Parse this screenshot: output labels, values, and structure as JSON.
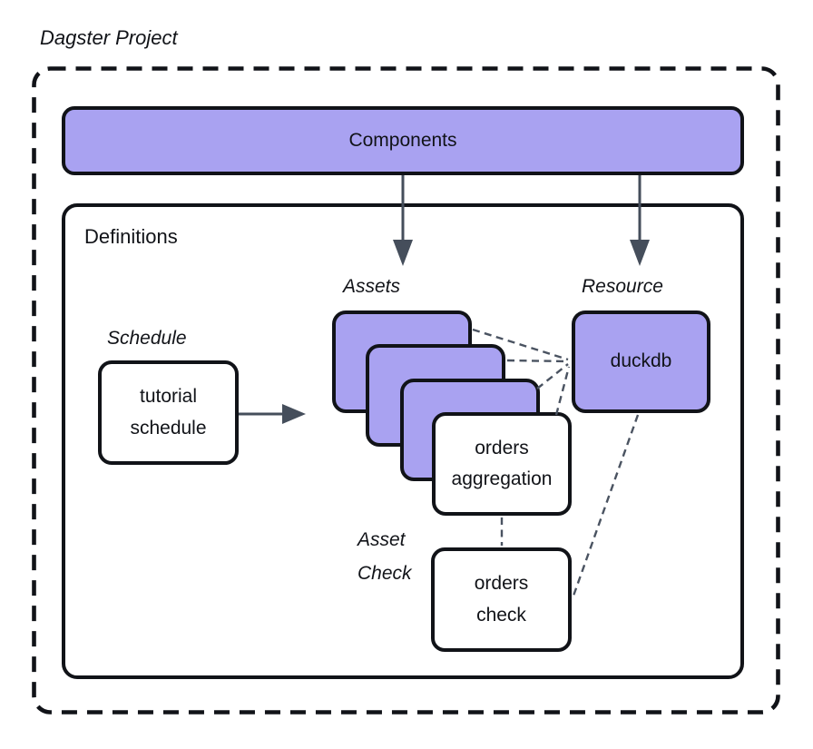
{
  "title": "Dagster Project",
  "components": {
    "label": "Components"
  },
  "definitions": {
    "label": "Definitions",
    "schedule": {
      "section_label": "Schedule",
      "node_label": "tutorial schedule"
    },
    "assets": {
      "section_label": "Assets",
      "stack_count": 3,
      "front_node_label": "orders aggregation"
    },
    "resource": {
      "section_label": "Resource",
      "node_label": "duckdb"
    },
    "asset_check": {
      "section_label": "Asset Check",
      "node_label": "orders check"
    }
  },
  "colors": {
    "purple": "#a9a2f1",
    "ink": "#111318",
    "arrow": "#454e5b",
    "connector": "#4a5361",
    "bg": "#ffffff"
  }
}
